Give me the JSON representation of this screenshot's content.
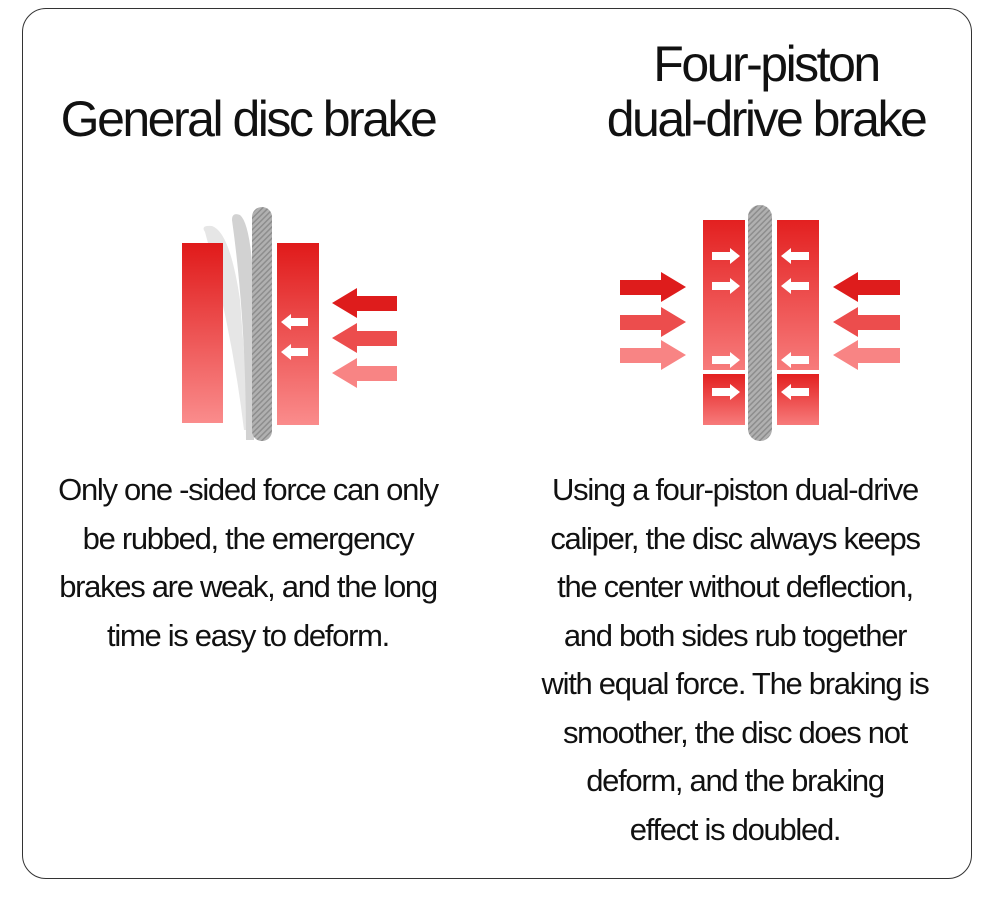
{
  "left": {
    "title_lines": [
      "General disc brake"
    ],
    "description_lines": [
      "Only one -sided force can only",
      "be rubbed, the emergency",
      "brakes are weak, and the long",
      "time is easy to deform."
    ],
    "illustration_icon": "single-sided-brake-diagram-icon"
  },
  "right": {
    "title_lines": [
      "Four-piston",
      "dual-drive brake"
    ],
    "description_lines": [
      "Using a four-piston dual-drive",
      "caliper, the disc always keeps",
      "the center without deflection,",
      "and both sides rub together",
      "with equal force. The braking is",
      "smoother, the disc does not",
      "deform, and the braking",
      "effect is doubled."
    ],
    "illustration_icon": "four-piston-brake-diagram-icon"
  },
  "colors": {
    "pad_top": "#e01f1f",
    "pad_bottom": "#f98a8a",
    "disc": "#a9a9a9",
    "border": "#333333"
  }
}
